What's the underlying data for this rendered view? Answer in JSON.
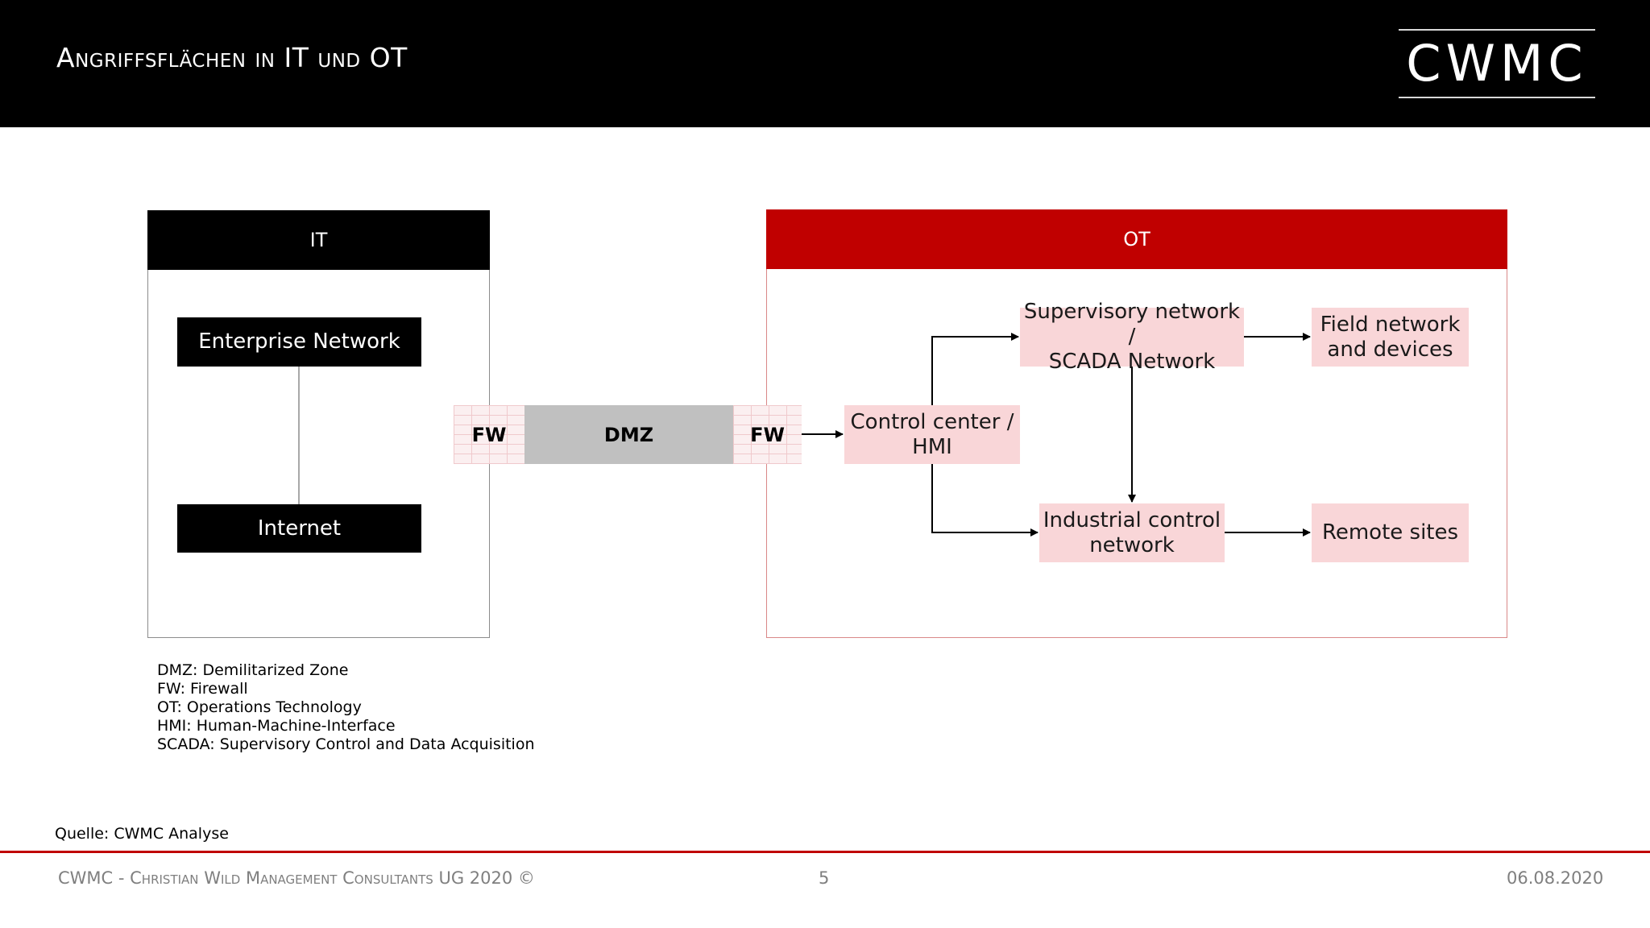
{
  "header": {
    "title": "Angriffsflächen in IT und OT",
    "logo": "CWMC"
  },
  "diagram": {
    "it_panel": {
      "title": "IT",
      "nodes": [
        "Enterprise Network",
        "Internet"
      ]
    },
    "perimeter": {
      "fw_left": "FW",
      "dmz": "DMZ",
      "fw_right": "FW"
    },
    "ot_panel": {
      "title": "OT",
      "nodes": {
        "control_center": "Control center /\nHMI",
        "supervisory": "Supervisory network /\nSCADA Network",
        "field": "Field network\nand devices",
        "industrial": "Industrial control\nnetwork",
        "remote": "Remote sites"
      }
    }
  },
  "legend": [
    "DMZ: Demilitarized Zone",
    "FW: Firewall",
    "OT: Operations Technology",
    "HMI: Human-Machine-Interface",
    "SCADA: Supervisory Control and Data Acquisition"
  ],
  "source": "Quelle: CWMC Analyse",
  "footer": {
    "left": "CWMC - Christian Wild Management Consultants UG 2020 ©",
    "page": "5",
    "date": "06.08.2020"
  },
  "colors": {
    "accent_red": "#c00000",
    "pink_node": "#f9d6d8",
    "dmz_gray": "#c0c0c0",
    "footer_gray": "#7f7f7f"
  }
}
